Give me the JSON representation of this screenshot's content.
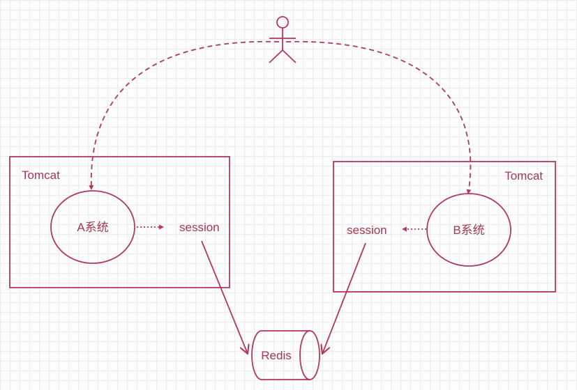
{
  "colors": {
    "stroke": "#b23a55",
    "text": "#a8364f"
  },
  "tomcat_a": {
    "title": "Tomcat",
    "system": "A系统",
    "session": "session"
  },
  "tomcat_b": {
    "title": "Tomcat",
    "system": "B系统",
    "session": "session"
  },
  "redis": {
    "label": "Redis"
  }
}
